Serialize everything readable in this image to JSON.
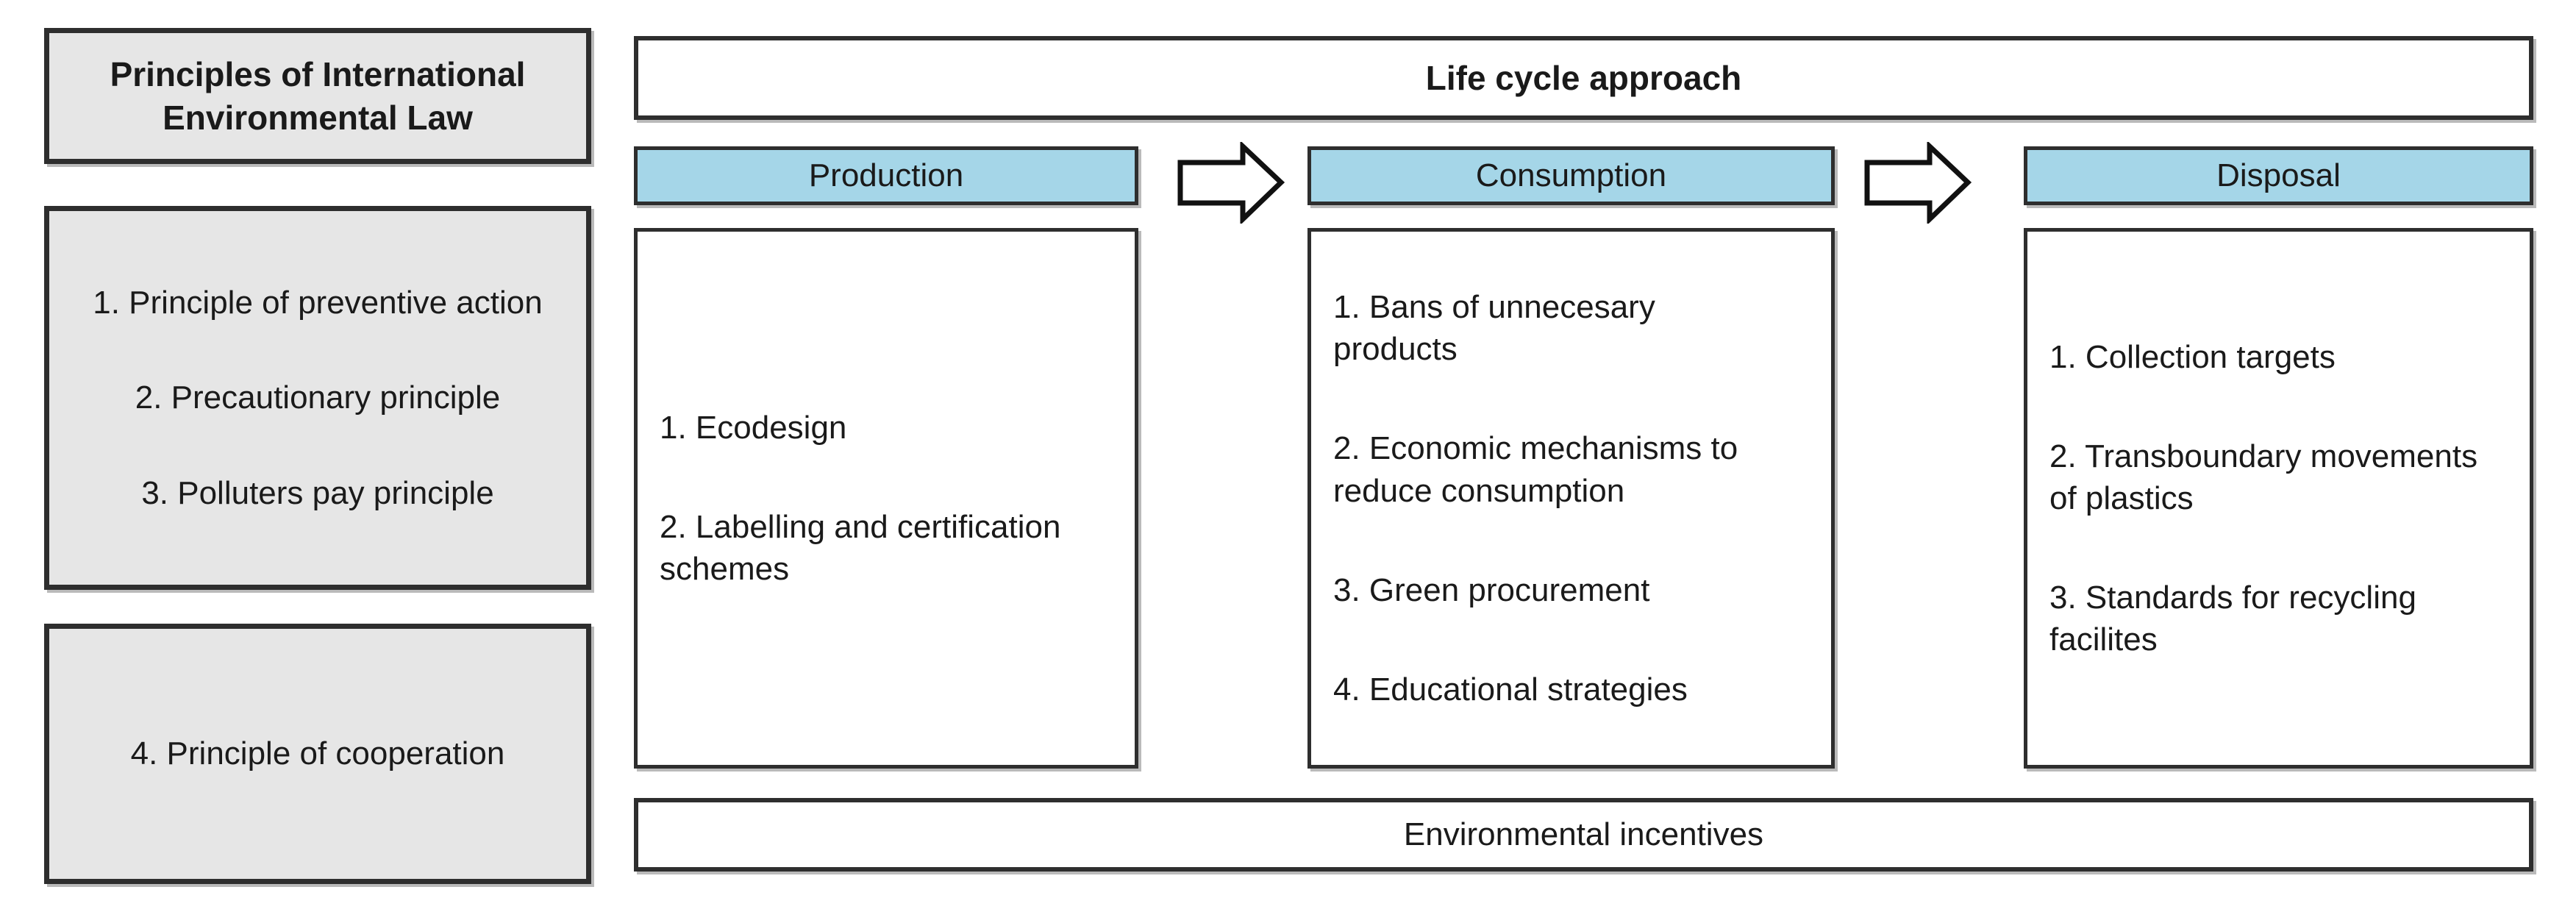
{
  "colors": {
    "box_gray": "#e6e6e6",
    "header_blue": "#a5d6e8",
    "border_dark": "#2e2e2e",
    "text": "#1a1a1a"
  },
  "left_panel": {
    "title": "Principles of International\nEnvironmental Law",
    "principles": [
      "1. Principle of preventive action",
      "2. Precautionary principle",
      "3. Polluters pay principle"
    ],
    "cooperation": "4. Principle of cooperation"
  },
  "lifecycle": {
    "title": "Life cycle approach",
    "footer": "Environmental incentives",
    "columns": [
      {
        "header": "Production",
        "items": [
          "1. Ecodesign",
          "2. Labelling and certification\nschemes"
        ]
      },
      {
        "header": "Consumption",
        "items": [
          "1. Bans of unnecesary\nproducts",
          "2. Economic mechanisms to\nreduce consumption",
          "3. Green procurement",
          "4. Educational strategies"
        ]
      },
      {
        "header": "Disposal",
        "items": [
          "1. Collection targets",
          "2. Transboundary movements\nof plastics",
          "3. Standards for recycling\nfacilites"
        ]
      }
    ]
  },
  "icons": {
    "arrow_1": "right-block-arrow",
    "arrow_2": "right-block-arrow"
  }
}
